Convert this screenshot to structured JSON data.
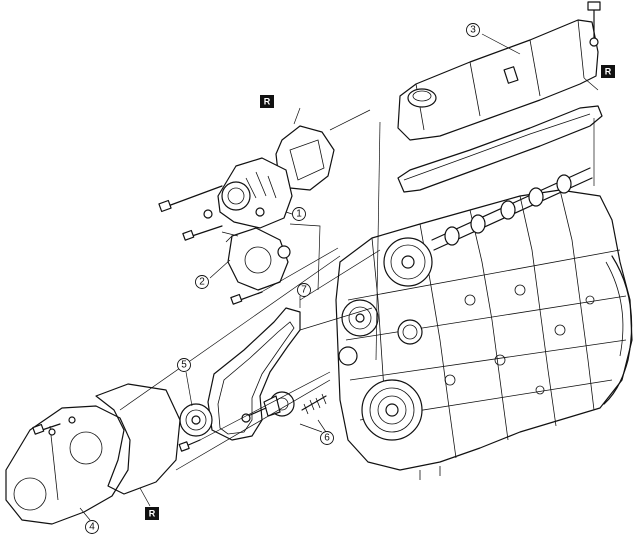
{
  "diagram": {
    "callouts": [
      {
        "id": "1",
        "label": "1"
      },
      {
        "id": "2",
        "label": "2"
      },
      {
        "id": "3",
        "label": "3"
      },
      {
        "id": "4",
        "label": "4"
      },
      {
        "id": "5",
        "label": "5"
      },
      {
        "id": "6",
        "label": "6"
      },
      {
        "id": "7",
        "label": "7"
      }
    ],
    "replace_marks": [
      {
        "id": "water-pump-gasket",
        "label": "R"
      },
      {
        "id": "head-cover-gasket",
        "label": "R"
      },
      {
        "id": "timing-cover-gasket",
        "label": "R"
      }
    ]
  }
}
